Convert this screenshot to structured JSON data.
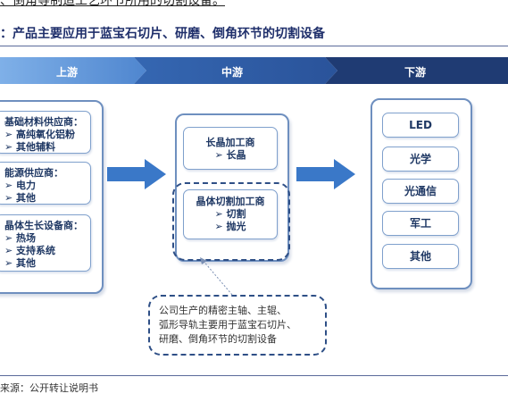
{
  "header_fragment": "、倒角等制造工艺环节所用的切割设备。",
  "figure_title": "：产品主要应用于蓝宝石切片、研磨、倒角环节的切割设备",
  "stages": {
    "upstream": "上游",
    "midstream": "中游",
    "downstream": "下游"
  },
  "upstream": {
    "groups": [
      {
        "title": "基础材料供应商：",
        "items": [
          "➢ 高纯氧化铝粉",
          "➢ 其他辅料"
        ]
      },
      {
        "title": "能源供应商：",
        "items": [
          "➢ 电力",
          "➢ 其他"
        ]
      },
      {
        "title": "晶体生长设备商：",
        "items": [
          "➢ 热场",
          "➢ 支持系统",
          "➢ 其他"
        ]
      }
    ]
  },
  "midstream": {
    "crystal_processor": {
      "title": "长晶加工商",
      "items": [
        "➢ 长晶"
      ]
    },
    "cutting_processor": {
      "title": "晶体切割加工商",
      "items": [
        "➢ 切割",
        "➢ 抛光"
      ]
    }
  },
  "downstream": {
    "items": [
      "LED",
      "光学",
      "光通信",
      "军工",
      "其他"
    ]
  },
  "note": {
    "lines": [
      "公司生产的精密主轴、主辊、",
      "弧形导轨主要用于蓝宝石切片、",
      "研磨、倒角环节的切割设备"
    ]
  },
  "source": "来源：公开转让说明书",
  "colors": {
    "stage_dark": "#1f3b73",
    "stage_mid": "#2e5aa4",
    "stage_light": "#5b8fd6",
    "arrow": "#3a78c8",
    "border": "#7fa0cc"
  }
}
